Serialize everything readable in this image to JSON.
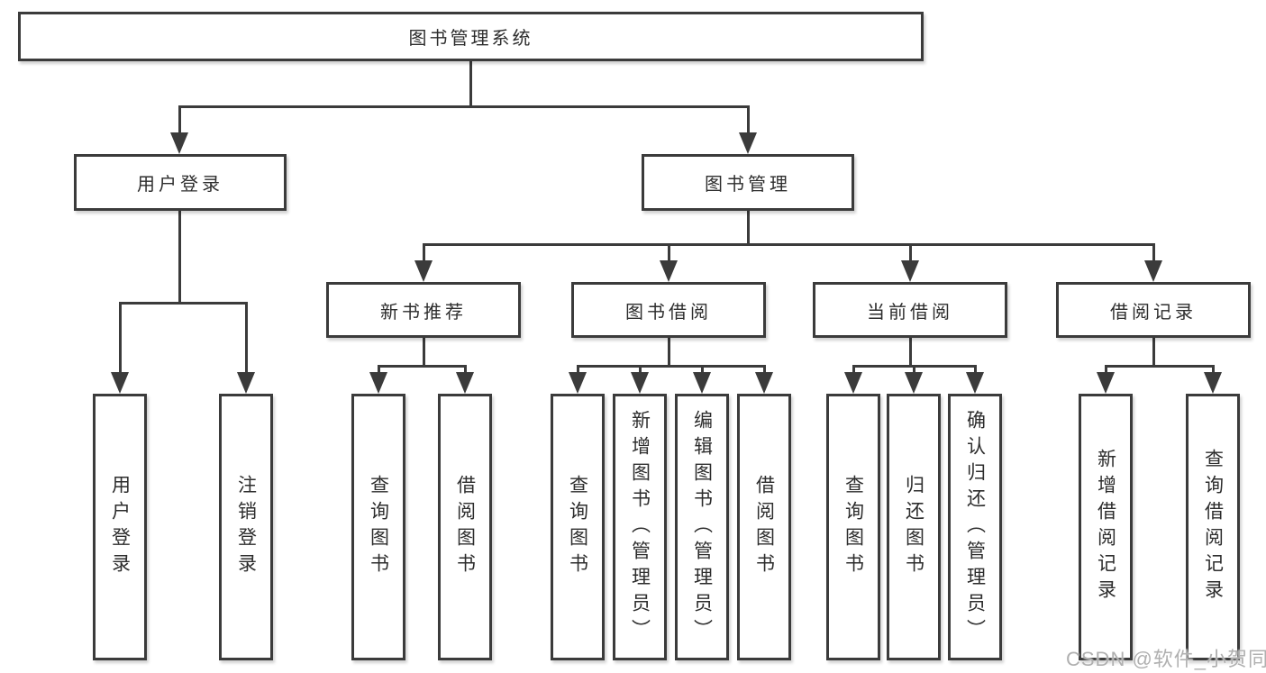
{
  "colors": {
    "line": "#3b3b3b",
    "text": "#2d2d2d",
    "box_fill": "#ffffff",
    "background": "#ffffff",
    "watermark": "#b0b0b0"
  },
  "watermark": {
    "text": "CSDN @软件_小贺同学"
  },
  "tree": {
    "root": {
      "label": "图书管理系统"
    },
    "level2": [
      {
        "label": "用户登录",
        "children": [
          {
            "label": "用户登录"
          },
          {
            "label": "注销登录"
          }
        ]
      },
      {
        "label": "图书管理",
        "children": [
          {
            "label": "新书推荐",
            "children": [
              {
                "label": "查询图书"
              },
              {
                "label": "借阅图书"
              }
            ]
          },
          {
            "label": "图书借阅",
            "children": [
              {
                "label": "查询图书"
              },
              {
                "label": "新增图书（管理员）"
              },
              {
                "label": "编辑图书（管理员）"
              },
              {
                "label": "借阅图书"
              }
            ]
          },
          {
            "label": "当前借阅",
            "children": [
              {
                "label": "查询图书"
              },
              {
                "label": "归还图书"
              },
              {
                "label": "确认归还（管理员）"
              }
            ]
          },
          {
            "label": "借阅记录",
            "children": [
              {
                "label": "新增借阅记录"
              },
              {
                "label": "查询借阅记录"
              }
            ]
          }
        ]
      }
    ]
  }
}
